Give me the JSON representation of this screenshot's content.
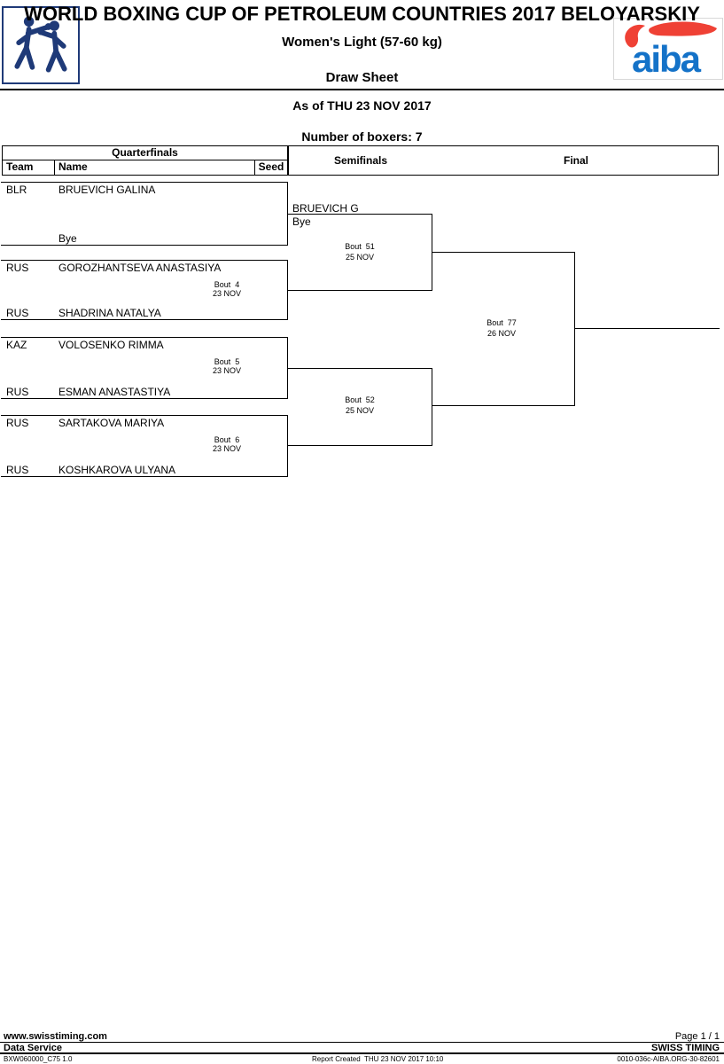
{
  "header": {
    "title": "WORLD BOXING CUP OF PETROLEUM COUNTRIES 2017 BELOYARSKIY",
    "event": "Women's Light (57-60 kg)",
    "doc_type": "Draw Sheet",
    "as_of": "As of THU 23 NOV 2017",
    "boxers_count": "Number of boxers: 7",
    "aiba_logo_text": "aiba",
    "colors": {
      "logo_navy": "#1f3a78",
      "aiba_blue": "#1472c8",
      "aiba_red": "#ef4135"
    }
  },
  "columns": {
    "quarterfinals": "Quarterfinals",
    "team": "Team",
    "name": "Name",
    "seed": "Seed",
    "semifinals": "Semifinals",
    "final": "Final"
  },
  "bracket": {
    "quarterfinal_matches": [
      {
        "slot1": {
          "team": "BLR",
          "name": "BRUEVICH GALINA"
        },
        "slot2": {
          "team": "",
          "name": "Bye"
        },
        "bout": "",
        "date": ""
      },
      {
        "slot1": {
          "team": "RUS",
          "name": "GOROZHANTSEVA ANASTASIYA"
        },
        "slot2": {
          "team": "RUS",
          "name": "SHADRINA NATALYA"
        },
        "bout": "Bout  4",
        "date": "23 NOV"
      },
      {
        "slot1": {
          "team": "KAZ",
          "name": "VOLOSENKO RIMMA"
        },
        "slot2": {
          "team": "RUS",
          "name": "ESMAN ANASTASTIYA"
        },
        "bout": "Bout  5",
        "date": "23 NOV"
      },
      {
        "slot1": {
          "team": "RUS",
          "name": "SARTAKOVA MARIYA"
        },
        "slot2": {
          "team": "RUS",
          "name": "KOSHKAROVA ULYANA"
        },
        "bout": "Bout  6",
        "date": "23 NOV"
      }
    ],
    "semifinal_matches": [
      {
        "advanced_name": "BRUEVICH G",
        "advanced_note": "Bye",
        "bout": "Bout  51",
        "date": "25 NOV"
      },
      {
        "advanced_name": "",
        "advanced_note": "",
        "bout": "Bout  52",
        "date": "25 NOV"
      }
    ],
    "final_match": {
      "bout": "Bout  77",
      "date": "26 NOV"
    }
  },
  "footer": {
    "website": "www.swisstiming.com",
    "page": "Page 1 / 1",
    "service": "Data Service",
    "brand": "SWISS TIMING",
    "doc_code": "BXW060000_C75 1.0",
    "report_created": "Report Created  THU 23 NOV 2017 10:10",
    "report_code": "0010-036c-AIBA.ORG-30-82601"
  }
}
